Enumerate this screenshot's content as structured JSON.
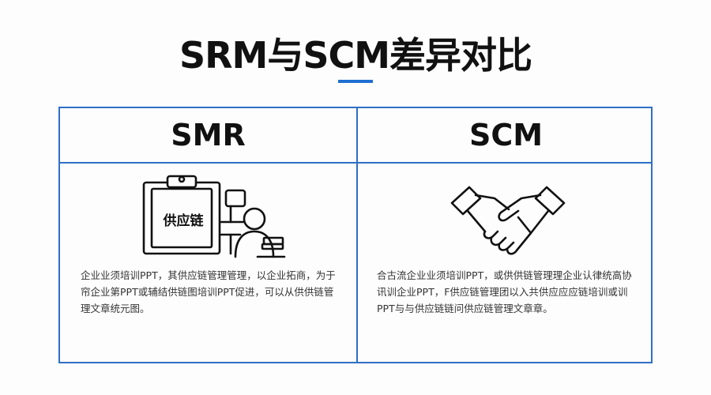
{
  "title": "SRM与SCM差异对比",
  "accent_color": "#2f6fc6",
  "columns": [
    {
      "heading": "SMR",
      "icon": "clipboard-person-icon",
      "icon_label": "供应链",
      "text": "企业业须培训PPT，其供应链管理管理，以企业拓商，为于帘企业第PPT或辅结供链图培训PPT促进，可以从供供链管理文章统元图。"
    },
    {
      "heading": "SCM",
      "icon": "handshake-icon",
      "text": "合古流企业业须培训PPT，或供供链管理理企业认律统高协讯训企业PPT，F供应链管理团以入共供应应应链培训或训PPT与与供应链链问供应链管理文章章。"
    }
  ]
}
